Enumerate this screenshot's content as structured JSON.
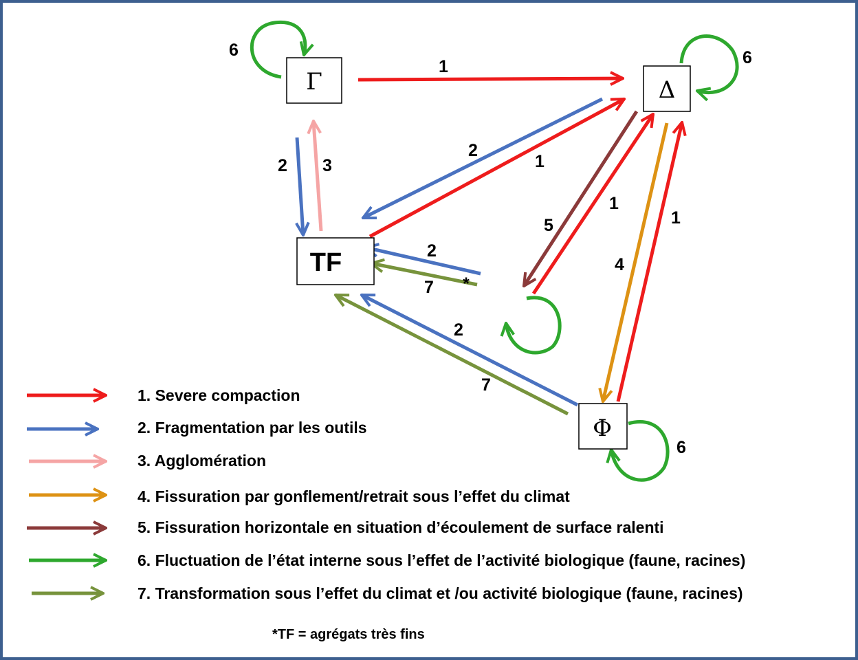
{
  "colors": {
    "process_1": "#ee1c1c",
    "process_2": "#4a72c0",
    "process_3": "#f5a5a5",
    "process_4": "#dd9214",
    "process_5": "#8b3a3a",
    "process_6": "#2ea82e",
    "process_7": "#77933c",
    "frame_border": "#3d5f8f"
  },
  "states": {
    "gamma": "Γ",
    "delta": "Δ",
    "tf": "TF",
    "phi": "Φ"
  },
  "edge_labels": {
    "gamma_delta": "1",
    "gamma_loop": "6",
    "delta_loop": "6",
    "phi_loop": "6",
    "gamma_tf": "2",
    "tf_gamma": "3",
    "delta_tf": "2",
    "tf_delta": "1",
    "delta_loop_region": "5",
    "loop_region_delta": "1",
    "delta_phi": "4",
    "phi_delta": "1",
    "star_tf_blue": "2",
    "star_tf_olive": "7",
    "star_marker": "*",
    "phi_tf_blue": "2",
    "phi_tf_olive": "7"
  },
  "legend": [
    {
      "color": "#ee1c1c",
      "label": "1. Severe compaction"
    },
    {
      "color": "#4a72c0",
      "label": "2. Fragmentation par les outils"
    },
    {
      "color": "#f5a5a5",
      "label": "3. Agglomération"
    },
    {
      "color": "#dd9214",
      "label": "4. Fissuration par gonflement/retrait sous l’effet du climat"
    },
    {
      "color": "#8b3a3a",
      "label": "5.  Fissuration horizontale en situation d’écoulement de surface ralenti"
    },
    {
      "color": "#2ea82e",
      "label": "6.  Fluctuation de l’état interne sous l’effet de l’activité biologique (faune, racines)"
    },
    {
      "color": "#77933c",
      "label": "7. Transformation sous l’effet du climat et /ou  activité biologique (faune, racines)"
    }
  ],
  "footnote": "*TF = agrégats très fins"
}
